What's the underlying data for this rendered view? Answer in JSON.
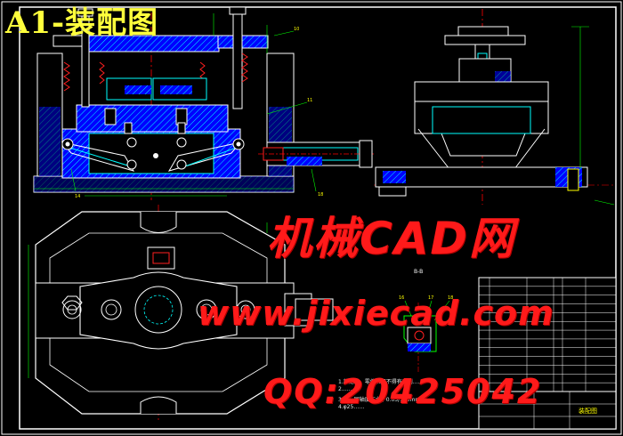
{
  "title": "A1-装配图",
  "watermark": {
    "main": "机械CAD网",
    "url": "www.jixiecad.com",
    "qq": "QQ:20425042"
  },
  "section_label": "B-B",
  "tech_notes": [
    "1.装配前，零件表面不得有毛刺……",
    "2.……",
    "3.……同轴度不大于0.05/100mm",
    "4.φ25……"
  ],
  "title_block": {
    "drawing_name": "装配图",
    "part_list_rows": 13
  },
  "colors": {
    "background": "#000000",
    "outline": "#ffffff",
    "part": "#00ffff",
    "section_fill": "#0000ff",
    "dimension": "#00ff00",
    "centerline": "#ff0000",
    "hidden": "#ffff00",
    "title_text": "#ffff3c",
    "watermark": "#ff1a1a"
  }
}
